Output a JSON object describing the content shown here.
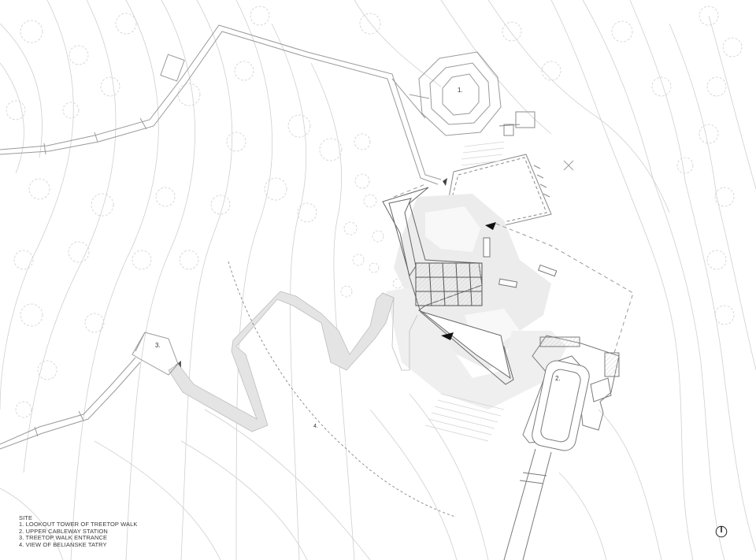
{
  "legend": {
    "title": "SITE",
    "items": [
      "1. LOOKOUT TOWER OF TREETOP WALK",
      "2. UPPER CABLEWAY STATION",
      "3. TREETOP WALK ENTRANCE",
      "4. VIEW OF BELIANSKE TATRY"
    ]
  },
  "labels": {
    "tower": "1.",
    "cableway": "2.",
    "entrance": "3.",
    "view": "4."
  },
  "colors": {
    "line": "#9a9a9a",
    "contour": "#c9c9c9",
    "path_fill": "#e6e6e6",
    "dark": "#222222"
  },
  "icons": {
    "north": "north-arrow-icon"
  }
}
